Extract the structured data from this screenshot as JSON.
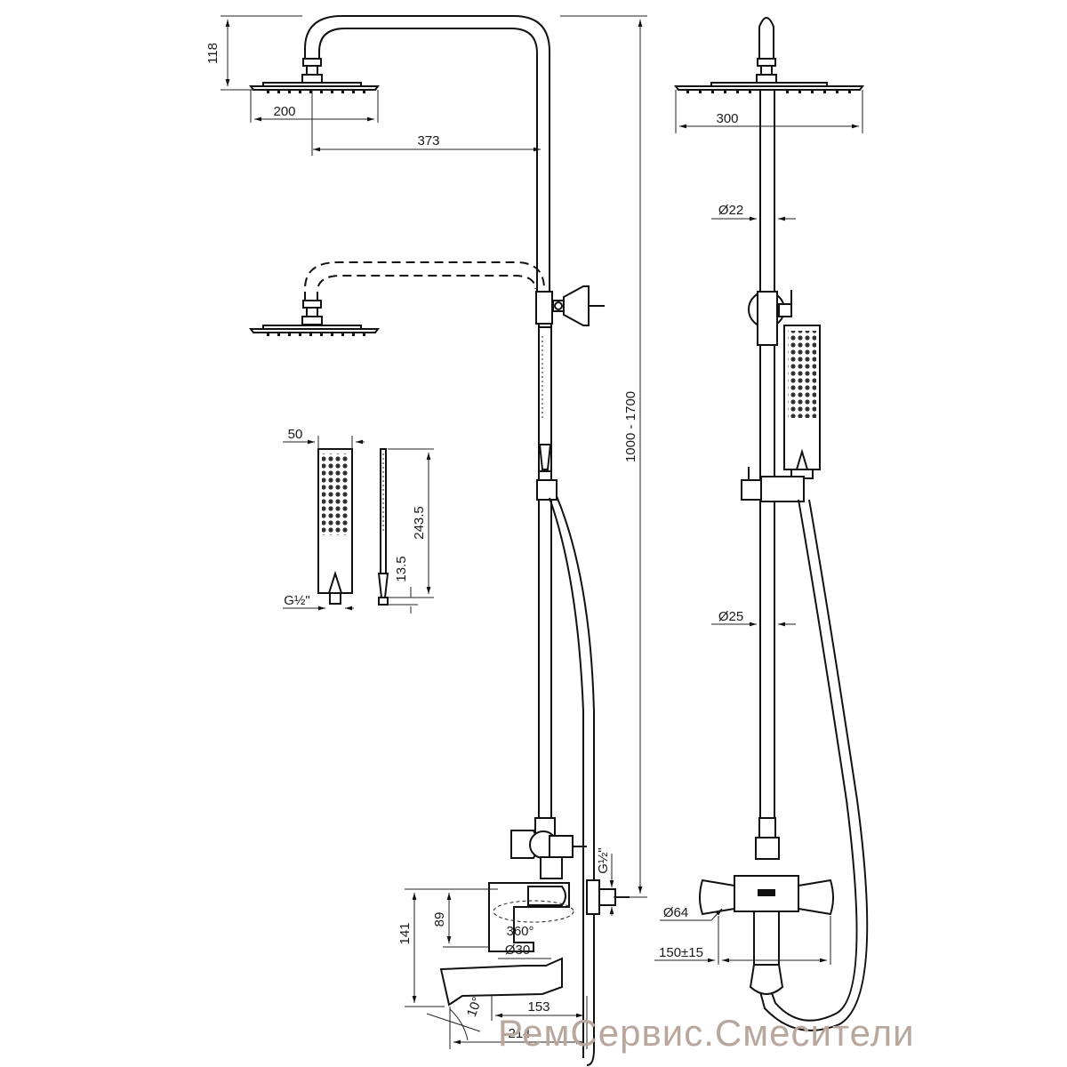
{
  "dimensions": {
    "head_height": "118",
    "head_width_small": "200",
    "arm_reach": "373",
    "total_height": "1000 - 1700",
    "head_width_large": "300",
    "pipe_upper_diameter": "Ø22",
    "pipe_lower_diameter": "Ø25",
    "handshower_width": "50",
    "handshower_length": "243.5",
    "handshower_base": "13.5",
    "handshower_thread": "G½\"",
    "inlet_thread": "G½\"",
    "spout_height_a": "89",
    "spout_height_b": "141",
    "spout_rotation": "360°",
    "spout_diameter": "Ø30",
    "spout_angle": "10°",
    "spout_reach_a": "153",
    "spout_reach_b": "214",
    "mixer_diameter": "Ø64",
    "mixer_spacing": "150±15"
  },
  "watermark": "РемСервис.Смесители"
}
